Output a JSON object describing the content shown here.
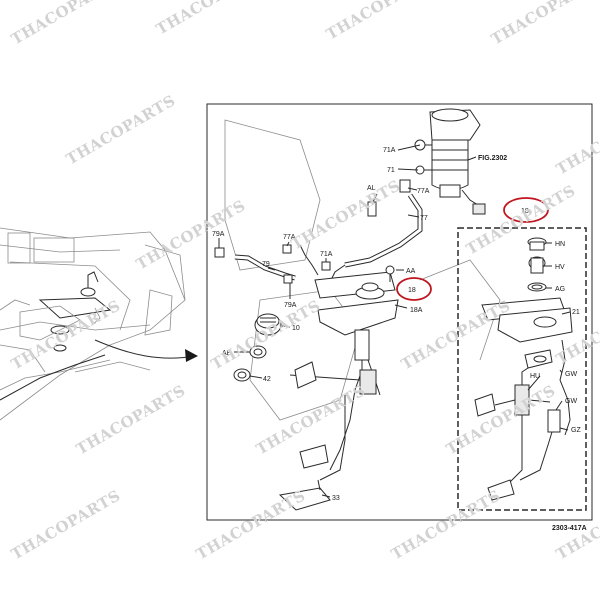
{
  "watermark": "THACOPARTS",
  "figure_ref": "FIG.2302",
  "figure_code": "2303-417A",
  "highlight_color": "#c0161f",
  "labels": {
    "p71A": "71A",
    "p71": "71",
    "p77A_top": "77A",
    "p77": "77",
    "pAL": "AL",
    "p79A_left": "79A",
    "p77A_mid": "77A",
    "p79": "79",
    "p71A_mid": "71A",
    "pAA": "AA",
    "p79A_bottom": "79A",
    "p18_left": "18",
    "p18A": "18A",
    "p10": "10",
    "pAB": "AB",
    "p42": "42",
    "p33": "33",
    "p18_right": "18",
    "pHN": "HN",
    "pHV": "HV",
    "pAG": "AG",
    "p21": "21",
    "pHU": "HU",
    "pGW_1": "GW",
    "pGW_2": "GW",
    "pGZ": "GZ"
  }
}
